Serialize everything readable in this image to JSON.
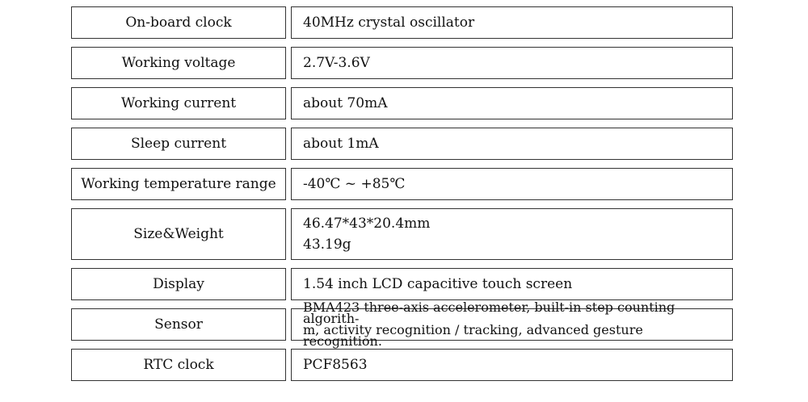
{
  "spec_table": {
    "rows": [
      {
        "label": "On-board clock",
        "value": "40MHz crystal oscillator"
      },
      {
        "label": "Working voltage",
        "value": "2.7V-3.6V"
      },
      {
        "label": "Working current",
        "value": "about 70mA"
      },
      {
        "label": "Sleep current",
        "value": "about 1mA"
      },
      {
        "label": "Working temperature range",
        "value": "-40℃ ~ +85℃"
      },
      {
        "label": "Size&Weight",
        "value_lines": [
          "46.47*43*20.4mm",
          "43.19g"
        ]
      },
      {
        "label": "Display",
        "value": "1.54 inch LCD capacitive touch screen"
      },
      {
        "label": "Sensor",
        "value_lines": [
          "BMA423 three-axis accelerometer, built-in step counting algorith-",
          "m, activity recognition / tracking, advanced gesture recognition."
        ]
      },
      {
        "label": "RTC clock",
        "value": "PCF8563"
      }
    ]
  }
}
